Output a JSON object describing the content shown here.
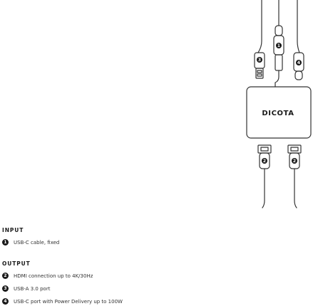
{
  "brand": "DICOTA",
  "port_labels": {
    "usb_a": "3",
    "usb_c_cable": "1",
    "usb_c_pd": "4",
    "hdmi_left": "2",
    "hdmi_right": "2"
  },
  "input": {
    "heading": "INPUT",
    "items": [
      {
        "num": "1",
        "text": "USB-C cable, fixed"
      }
    ]
  },
  "output": {
    "heading": "OUTPUT",
    "items": [
      {
        "num": "2",
        "text": "HDMI connection up to 4K/30Hz"
      },
      {
        "num": "3",
        "text": "USB-A 3.0 port"
      },
      {
        "num": "4",
        "text": "USB-C port with Power Delivery up to 100W"
      }
    ]
  },
  "colors": {
    "line": "#333333",
    "badge": "#1a1a1a",
    "background": "#ffffff"
  }
}
